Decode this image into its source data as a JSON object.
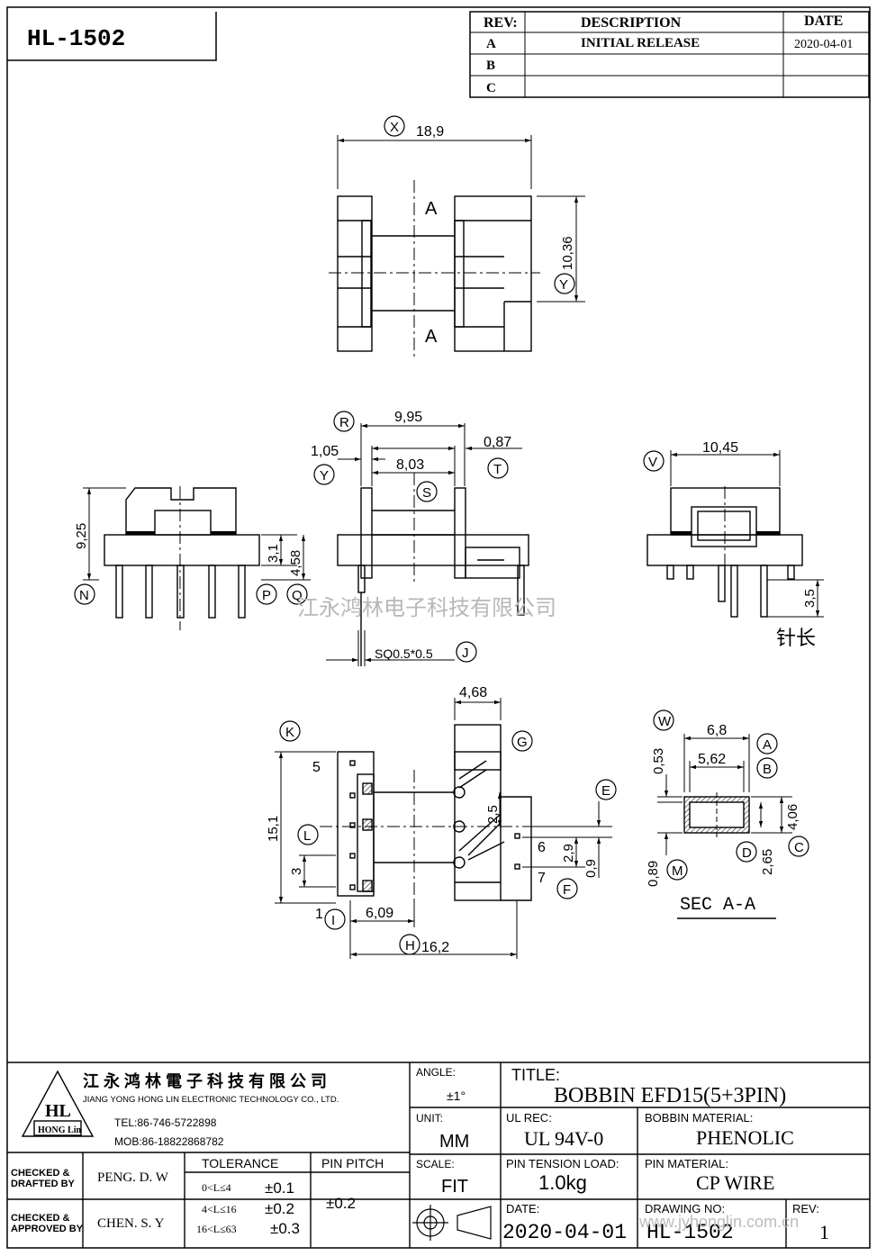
{
  "part_number": "HL-1502",
  "revision_table": {
    "headers": {
      "rev": "REV:",
      "description": "DESCRIPTION",
      "date": "DATE"
    },
    "rows": [
      {
        "rev": "A",
        "description": "INITIAL  RELEASE",
        "date": "2020-04-01"
      },
      {
        "rev": "B",
        "description": "",
        "date": ""
      },
      {
        "rev": "C",
        "description": "",
        "date": ""
      }
    ]
  },
  "views": {
    "top": {
      "x_label": "X",
      "x_dim": "18,9",
      "y_label": "Y",
      "y_dim": "10,36",
      "section_mark_top": "A",
      "section_mark_bottom": "A"
    },
    "side_left": {
      "height_dim": "9,25",
      "dim_3_1": "3,1",
      "dim_4_58": "4,58",
      "label_n": "N",
      "label_p": "P",
      "label_q": "Q"
    },
    "front": {
      "label_r": "R",
      "dim_9_95": "9,95",
      "dim_1_05": "1,05",
      "label_y": "Y",
      "dim_8_03": "8,03",
      "dim_0_87": "0,87",
      "label_t": "T",
      "label_s": "S",
      "pin_dim": "SQ0.5*0.5",
      "label_j": "J"
    },
    "side_right": {
      "label_v": "V",
      "dim_10_45": "10,45",
      "pin_len_dim": "3,5",
      "pin_len_text": "针长"
    },
    "bottom": {
      "label_k": "K",
      "dim_15_1": "15,1",
      "label_l": "L",
      "dim_3": "3",
      "pin_5": "5",
      "pin_1": "1",
      "label_i": "I",
      "dim_6_09": "6,09",
      "label_h": "H",
      "dim_16_2": "16,2",
      "dim_4_68": "4,68",
      "label_g": "G",
      "label_e": "E",
      "dim_2_5": "2,5",
      "dim_2_9": "2,9",
      "dim_0_9": "0,9",
      "pin_6": "6",
      "pin_7": "7",
      "label_f": "F"
    },
    "section": {
      "label_w": "W",
      "dim_0_53": "0,53",
      "dim_6_8": "6,8",
      "label_a": "A",
      "dim_5_62": "5,62",
      "label_b": "B",
      "dim_4_06": "4,06",
      "label_c": "C",
      "dim_2_65": "2,65",
      "label_d": "D",
      "dim_0_89": "0,89",
      "label_m": "M",
      "title": "SEC  A-A"
    }
  },
  "watermark": "江永鸿林电子科技有限公司",
  "title_block": {
    "company_cn": "江永鸿林電子科技有限公司",
    "company_en": "JIANG YONG HONG LIN ELECTRONIC TECHNOLOGY CO., LTD.",
    "tel": "TEL:86-746-5722898",
    "mob": "MOB:86-18822868782",
    "logo_text": "HL",
    "logo_sub": "HONG Lin",
    "angle_label": "ANGLE:",
    "angle_value": "±1°",
    "unit_label": "UNIT:",
    "unit_value": "MM",
    "scale_label": "SCALE:",
    "scale_value": "FIT",
    "title_label": "TITLE:",
    "title_value": "BOBBIN   EFD15(5+3PIN)",
    "ul_label": "UL REC:",
    "ul_value": "UL 94V-0",
    "bobbin_material_label": "BOBBIN MATERIAL:",
    "bobbin_material_value": "PHENOLIC",
    "pin_tension_label": "PIN TENSION LOAD:",
    "pin_tension_value": "1.0kg",
    "pin_material_label": "PIN MATERIAL:",
    "pin_material_value": "CP WIRE",
    "date_label": "DATE:",
    "date_value": "2020-04-01",
    "drawing_no_label": "DRAWING NO:",
    "drawing_no_value": "HL-1502",
    "rev_label": "REV:",
    "rev_value": "1",
    "checked_drafted_label": "CHECKED & DRAFTED BY",
    "checked_drafted_value": "PENG. D. W",
    "checked_approved_label": "CHECKED & APPROVED BY",
    "checked_approved_value": "CHEN. S. Y",
    "tolerance_label": "TOLERANCE",
    "tolerance_rows": [
      {
        "range": "0<L≤4",
        "value": "±0.1"
      },
      {
        "range": "4<L≤16",
        "value": "±0.2"
      },
      {
        "range": "16<L≤63",
        "value": "±0.3"
      }
    ],
    "pin_pitch_label": "PIN PITCH",
    "pin_pitch_value": "±0.2",
    "website": "www.jyhonglin.com.cn"
  }
}
